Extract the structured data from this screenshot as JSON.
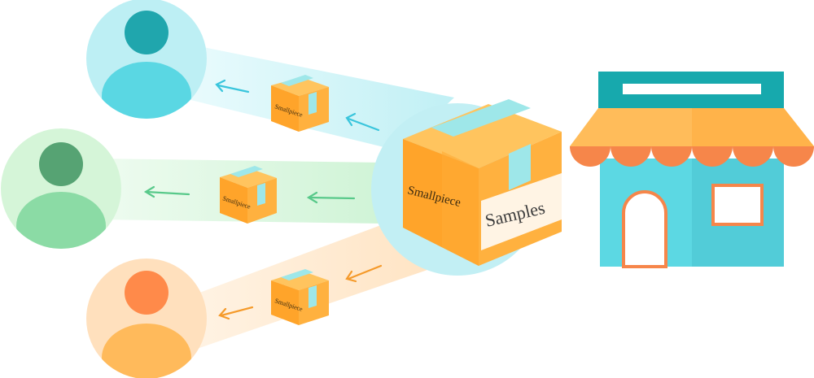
{
  "main_box": {
    "brand": "Smallpiece",
    "label": "Samples"
  },
  "small_boxes": [
    {
      "brand": "Smallpiece"
    },
    {
      "brand": "Smallpiece"
    },
    {
      "brand": "Smallpiece"
    }
  ],
  "colors": {
    "user_teal_bg": "#bdeff4",
    "user_teal_fg": "#20a6ad",
    "user_teal_body": "#5ad7e3",
    "user_green_bg": "#d5f5d8",
    "user_green_fg": "#56a373",
    "user_green_body": "#8bdba5",
    "user_orange_bg": "#ffe0bd",
    "user_orange_fg": "#ff8a4a",
    "user_orange_body": "#ffba5b",
    "box_orange": "#ffa42a",
    "box_tape": "#9ee7e9",
    "shop_wall": "#5cd8e3",
    "shop_sign": "#17a9ad",
    "shop_awning": "#ffbc5a",
    "shop_scallop": "#f6864a"
  },
  "icons": [
    "user-icon",
    "package-icon",
    "shop-icon",
    "arrow-left-icon"
  ]
}
